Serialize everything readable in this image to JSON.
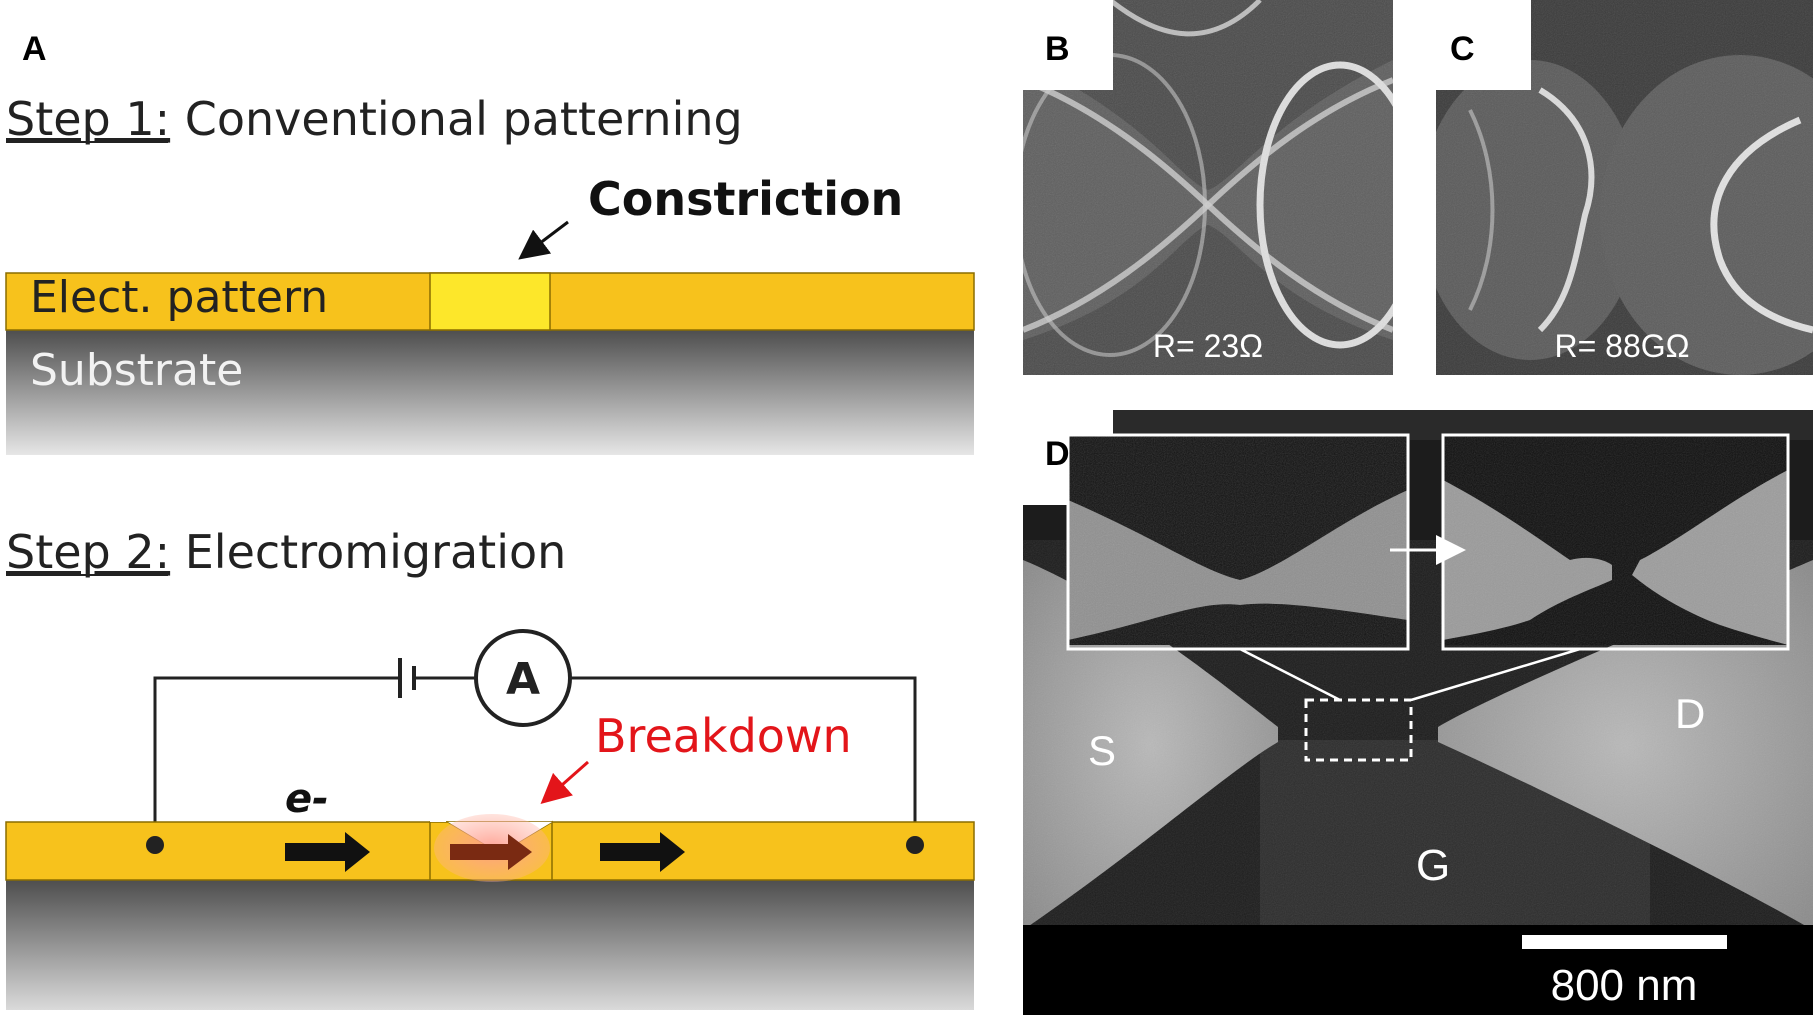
{
  "panels": {
    "a": "A",
    "b": "B",
    "c": "C",
    "d": "D"
  },
  "step1": {
    "prefix": "Step 1:",
    "text": " Conventional patterning",
    "constriction": "Constriction",
    "electrode": "Elect. pattern",
    "substrate": "Substrate"
  },
  "step2": {
    "prefix": "Step 2:",
    "text": " Electromigration",
    "ammeter": "A",
    "breakdown": "Breakdown",
    "electron": "e-"
  },
  "sem_b": {
    "resistance": "R= 23Ω"
  },
  "sem_c": {
    "resistance": "R= 88GΩ"
  },
  "sem_d": {
    "source": "S",
    "drain": "D",
    "gate": "G",
    "scale": "800 nm"
  },
  "colors": {
    "gold": "#f7c21c",
    "constriction": "#fde72a",
    "substrate_top": "#5a5a5a",
    "substrate_bottom": "#dcdcdc",
    "breakdown_red": "#e3151a"
  }
}
